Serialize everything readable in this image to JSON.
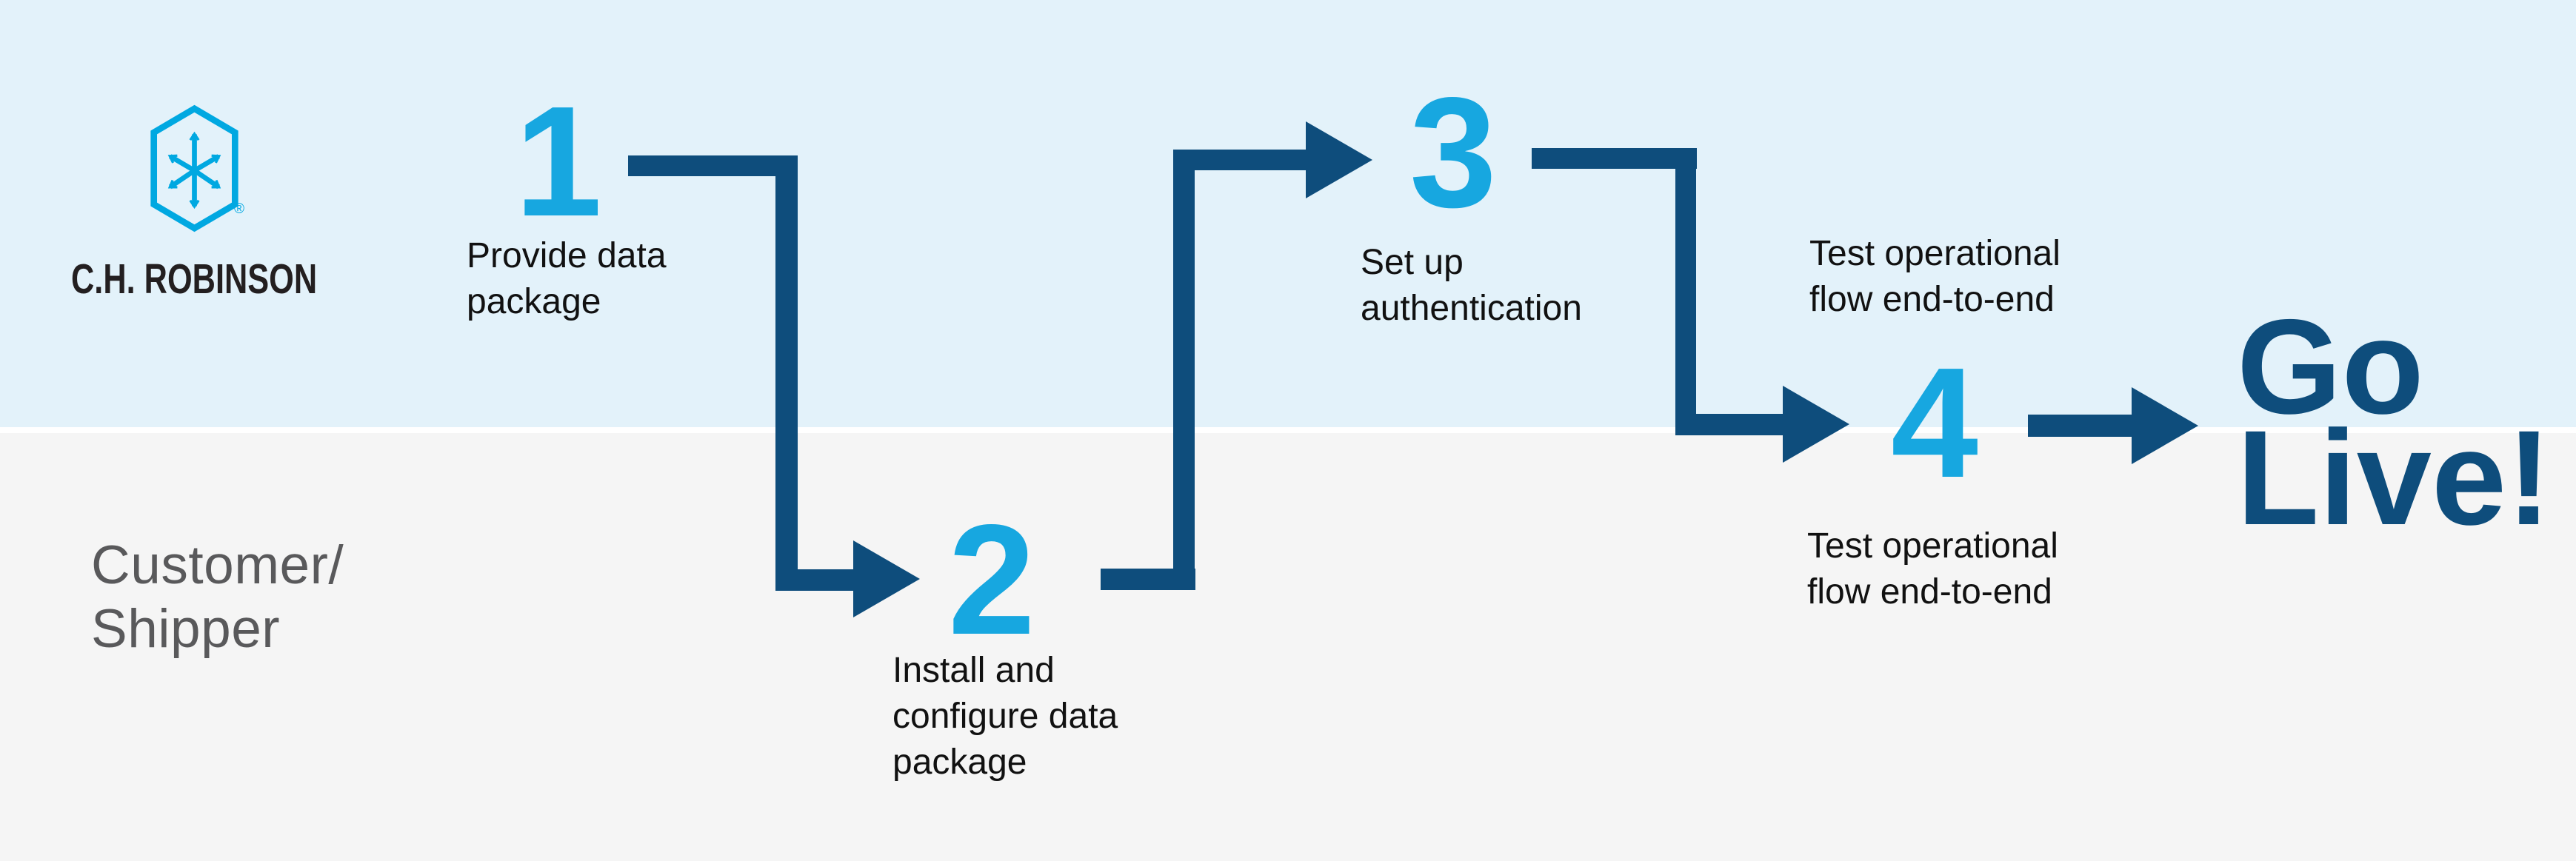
{
  "brand": {
    "name": "C.H. ROBINSON",
    "registered": "®"
  },
  "lanes": {
    "customer_lines": [
      "Customer/",
      "Shipper"
    ]
  },
  "steps": [
    {
      "number": "1",
      "label_lines": [
        "Provide data",
        "package"
      ]
    },
    {
      "number": "2",
      "label_lines": [
        "Install and",
        "configure data",
        "package"
      ]
    },
    {
      "number": "3",
      "label_lines": [
        "Set up",
        "authentication"
      ]
    },
    {
      "number": "4",
      "label_lines_top": [
        "Test operational",
        "flow end-to-end"
      ],
      "label_lines_bottom": [
        "Test operational",
        "flow end-to-end"
      ]
    }
  ],
  "finale": {
    "lines": [
      "Go",
      "Live!"
    ]
  },
  "colors": {
    "lane_top_bg": "#e3f2fa",
    "lane_bottom_bg": "#f5f5f5",
    "divider": "#ffffff",
    "arrow_navy": "#0e4d7c",
    "step_number_blue": "#17a7e0",
    "logo_cyan": "#00a8e1",
    "label_text": "#111111",
    "lane_label_gray": "#59595b",
    "go_live_navy": "#0e4d7c",
    "wordmark_black": "#231f20"
  }
}
